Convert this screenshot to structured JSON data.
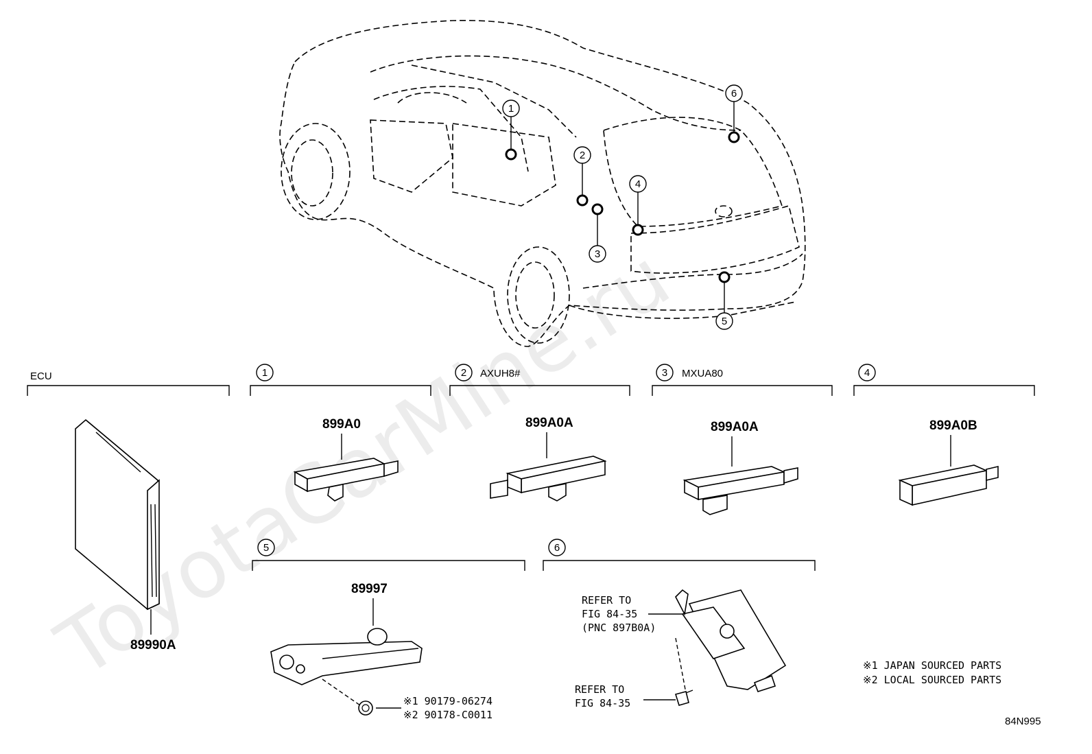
{
  "watermark": "ToyotaCarMine.ru",
  "sections": {
    "ecu": {
      "title": "ECU",
      "part": "89990A"
    },
    "s1": {
      "num": "1",
      "part": "899A0"
    },
    "s2": {
      "num": "2",
      "variant": "AXUH8#",
      "part": "899A0A"
    },
    "s3": {
      "num": "3",
      "variant": "MXUA80",
      "part": "899A0A"
    },
    "s4": {
      "num": "4",
      "part": "899A0B"
    },
    "s5": {
      "num": "5",
      "part": "89997",
      "bolt1": "※1 90179-06274",
      "bolt2": "※2 90178-C0011"
    },
    "s6": {
      "num": "6",
      "ref1_line1": "REFER TO",
      "ref1_line2": "FIG 84-35",
      "ref1_line3": "(PNC 897B0A)",
      "ref2_line1": "REFER TO",
      "ref2_line2": "FIG 84-35"
    }
  },
  "callouts": [
    "1",
    "2",
    "3",
    "4",
    "5",
    "6"
  ],
  "notes": [
    "※1 JAPAN SOURCED PARTS",
    "※2 LOCAL SOURCED PARTS"
  ],
  "figure_code": "84N995"
}
